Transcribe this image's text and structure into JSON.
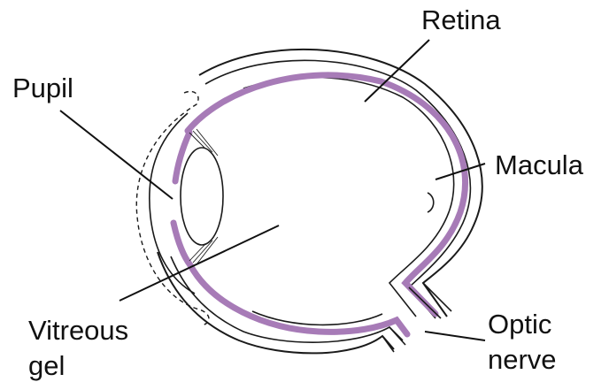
{
  "labels": {
    "retina": "Retina",
    "pupil": "Pupil",
    "macula": "Macula",
    "vitreous_line1": "Vitreous",
    "vitreous_line2": "gel",
    "optic_line1": "Optic",
    "optic_line2": "nerve"
  },
  "colors": {
    "retina_layer": "#a77bb7",
    "outline": "#1a1a1a",
    "background": "#ffffff"
  }
}
